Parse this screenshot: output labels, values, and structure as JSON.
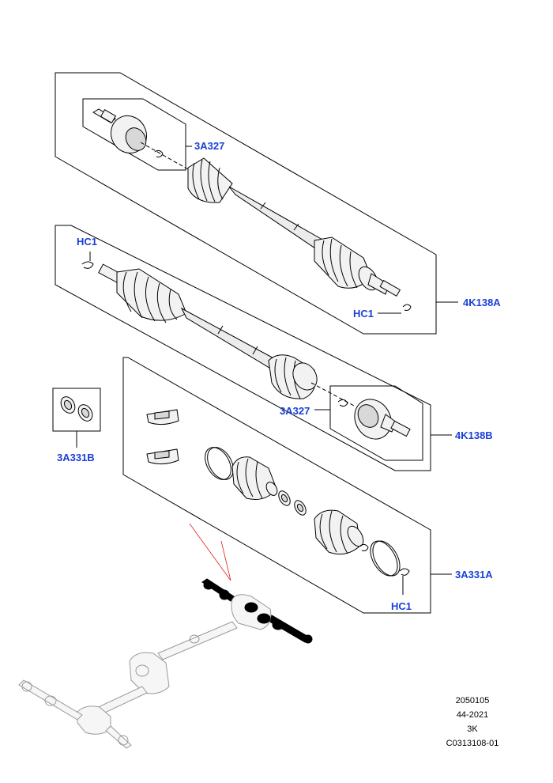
{
  "callouts": {
    "upper_joint_label": "3A327",
    "upper_shaft_label": "4K138A",
    "upper_clip_label": "HC1",
    "middle_clip_label": "HC1",
    "middle_joint_label": "3A327",
    "middle_shaft_label": "4K138B",
    "seal_kit_label": "3A331B",
    "boot_kit_label": "3A331A",
    "lower_clip_label": "HC1"
  },
  "reference": {
    "line1": "2050105",
    "line2": "44-2021",
    "line3": "3K",
    "line4": "C0313108-01"
  },
  "colors": {
    "callout": "#1a3fd6",
    "highlight_lines": "#e02020"
  }
}
